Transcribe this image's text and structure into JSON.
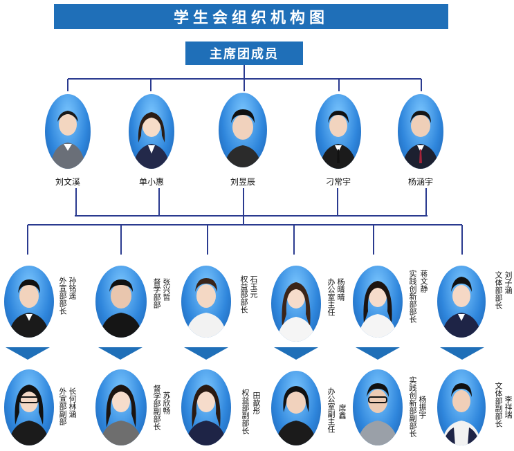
{
  "title": "学生会组织机构图",
  "council_label": "主席团成员",
  "presidium": [
    {
      "name": "刘文溪"
    },
    {
      "name": "单小惠"
    },
    {
      "name": "刘昱辰"
    },
    {
      "name": "刁常宇"
    },
    {
      "name": "杨涵宇"
    }
  ],
  "ministers": [
    {
      "name": "孙铭遥",
      "role": "外宣部部长"
    },
    {
      "name": "张兴哲",
      "role": "督学部部"
    },
    {
      "name": "石玉元",
      "role": "权益部部长"
    },
    {
      "name": "杨晴晴",
      "role": "办公室主任"
    },
    {
      "name": "蒋文静",
      "role": "实践创新部部长"
    },
    {
      "name": "刘子涵",
      "role": "文体部部长"
    }
  ],
  "deputies": [
    {
      "name": "长何林涵",
      "role": "外宣部副部"
    },
    {
      "name": "苏欣畅",
      "role": "督学部副部长"
    },
    {
      "name": "田歆彤",
      "role": "权益部副部长"
    },
    {
      "name": "席鑫",
      "role": "办公室副主任"
    },
    {
      "name": "杨振宇",
      "role": "实践创新部副部长"
    },
    {
      "name": "李祥瑞",
      "role": "文体部副部长"
    }
  ],
  "colors": {
    "accent": "#1f6fb8",
    "line": "#2a3a8f"
  }
}
